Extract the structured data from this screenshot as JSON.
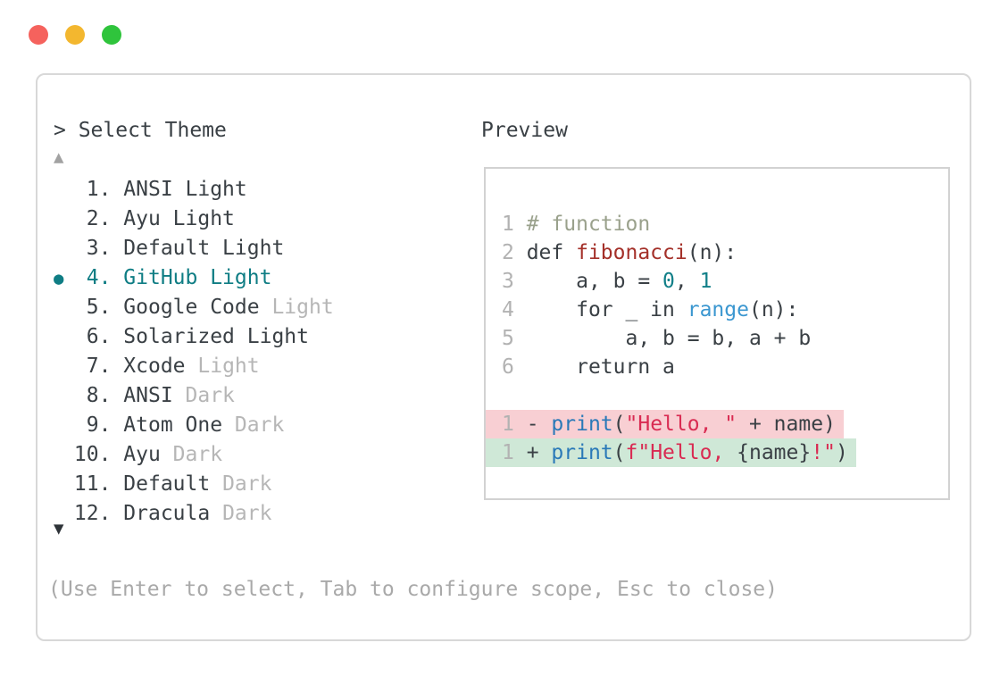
{
  "window_controls": {
    "close": "close",
    "minimize": "minimize",
    "zoom": "zoom"
  },
  "left_panel": {
    "prompt": "> Select Theme",
    "up_arrow": "▲",
    "down_arrow": "▼",
    "bullet": "●",
    "themes": [
      {
        "num": "1.",
        "name": "ANSI Light",
        "dim": "",
        "selected": false
      },
      {
        "num": "2.",
        "name": "Ayu Light",
        "dim": "",
        "selected": false
      },
      {
        "num": "3.",
        "name": "Default Light",
        "dim": "",
        "selected": false
      },
      {
        "num": "4.",
        "name": "GitHub Light",
        "dim": "",
        "selected": true
      },
      {
        "num": "5.",
        "name": "Google Code",
        "dim": "Light",
        "selected": false
      },
      {
        "num": "6.",
        "name": "Solarized Light",
        "dim": "",
        "selected": false
      },
      {
        "num": "7.",
        "name": "Xcode",
        "dim": "Light",
        "selected": false
      },
      {
        "num": "8.",
        "name": "ANSI",
        "dim": "Dark",
        "selected": false
      },
      {
        "num": "9.",
        "name": "Atom One",
        "dim": "Dark",
        "selected": false
      },
      {
        "num": "10.",
        "name": "Ayu",
        "dim": "Dark",
        "selected": false
      },
      {
        "num": "11.",
        "name": "Default",
        "dim": "Dark",
        "selected": false
      },
      {
        "num": "12.",
        "name": "Dracula",
        "dim": "Dark",
        "selected": false
      }
    ]
  },
  "right_panel": {
    "title": "Preview",
    "code_lines": [
      {
        "num": "1",
        "tokens": [
          [
            "comment",
            "# function"
          ]
        ]
      },
      {
        "num": "2",
        "tokens": [
          [
            "plain",
            "def "
          ],
          [
            "func",
            "fibonacci"
          ],
          [
            "plain",
            "(n):"
          ]
        ]
      },
      {
        "num": "3",
        "tokens": [
          [
            "plain",
            "    a, b = "
          ],
          [
            "num",
            "0"
          ],
          [
            "plain",
            ", "
          ],
          [
            "num",
            "1"
          ]
        ]
      },
      {
        "num": "4",
        "tokens": [
          [
            "plain",
            "    for _ in "
          ],
          [
            "builtin",
            "range"
          ],
          [
            "plain",
            "(n):"
          ]
        ]
      },
      {
        "num": "5",
        "tokens": [
          [
            "plain",
            "        a, b = b, a + b"
          ]
        ]
      },
      {
        "num": "6",
        "tokens": [
          [
            "plain",
            "    return a"
          ]
        ]
      },
      {
        "num": "",
        "tokens": []
      },
      {
        "num": "1",
        "bg": "removed",
        "tokens": [
          [
            "plain",
            "- "
          ],
          [
            "call",
            "print"
          ],
          [
            "plain",
            "("
          ],
          [
            "string",
            "\"Hello, \""
          ],
          [
            "plain",
            " + name)"
          ]
        ]
      },
      {
        "num": "1",
        "bg": "added",
        "tokens": [
          [
            "plain",
            "+ "
          ],
          [
            "call",
            "print"
          ],
          [
            "plain",
            "("
          ],
          [
            "string",
            "f\"Hello, "
          ],
          [
            "plain",
            "{name}"
          ],
          [
            "string",
            "!\""
          ],
          [
            "plain",
            ")"
          ]
        ]
      }
    ]
  },
  "footer": {
    "hint": "(Use Enter to select, Tab to configure scope, Esc to close)"
  },
  "colors": {
    "ink": "#3a4045",
    "dim": "#b6b6b6",
    "linenum": "#b2b2b2",
    "accent": "#0f7d84",
    "comment": "#9aa18c",
    "func": "#a43029",
    "number": "#117f88",
    "builtin": "#3b97d0",
    "call": "#2a79b8",
    "string": "#d92b52",
    "removedBg": "#f8cfd3",
    "addedBg": "#cfe8d7",
    "windowBorder": "#d8d8d8",
    "previewBorder": "#d2d2d2",
    "footerGray": "#a9a9a9",
    "arrowUp": "#a2a2a2",
    "arrowDown": "#2e3338",
    "trafficRed": "#f5625d",
    "trafficYellow": "#f3b72f",
    "trafficGreen": "#2fc43c"
  }
}
